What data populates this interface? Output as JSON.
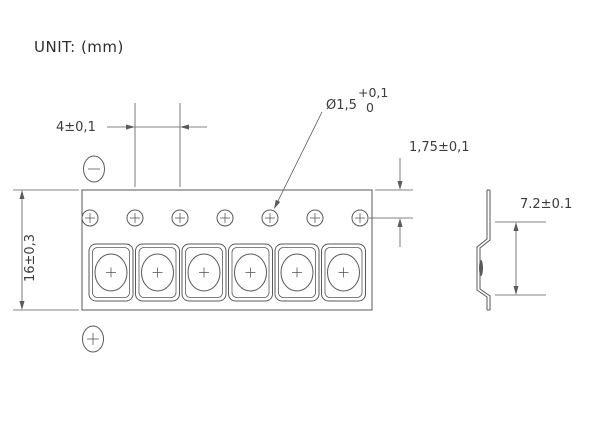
{
  "unit_label": "UNIT: (mm)",
  "drawing": {
    "type": "carrier-tape-dimension-drawing",
    "line_color": "#5a5a5a",
    "text_color": "#3c3c3c",
    "background": "#ffffff"
  },
  "dims": {
    "pitch": "4±0,1",
    "hole_diameter": "Ø1,5",
    "hole_tol_upper": "+0,1",
    "hole_tol_lower": "0",
    "edge_distance": "1,75±0,1",
    "tape_width": "16±0,3",
    "profile_height": "7.2±0.1"
  },
  "features": {
    "sprocket_hole_count": 7,
    "pocket_count": 6,
    "polarity_marks": [
      "minus",
      "plus"
    ]
  }
}
